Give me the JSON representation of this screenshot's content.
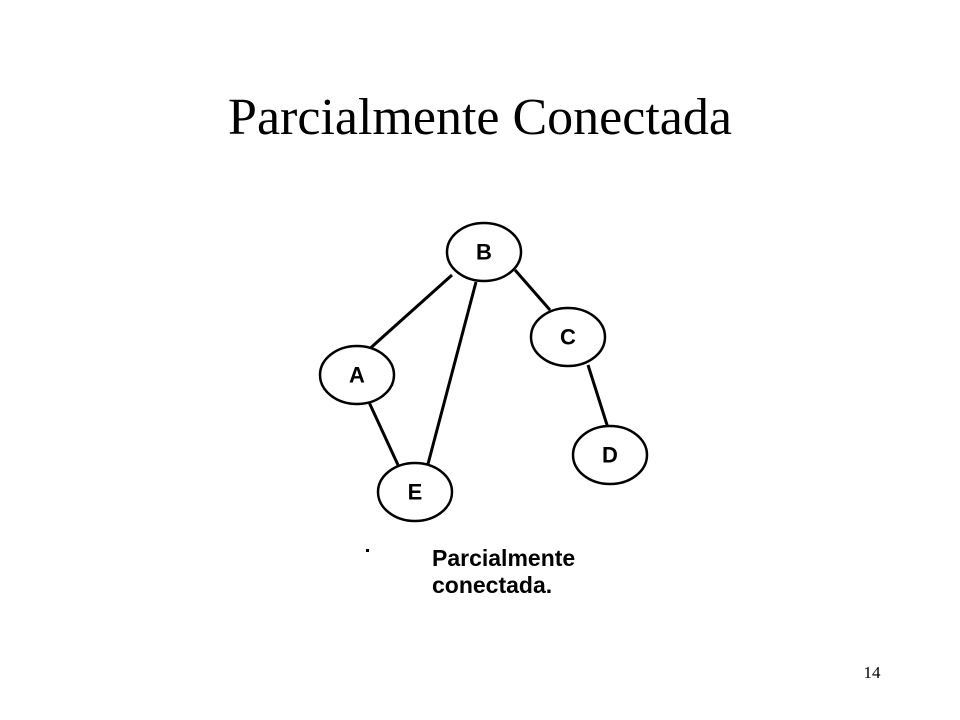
{
  "slide": {
    "title": "Parcialmente Conectada",
    "page_number": "14"
  },
  "diagram": {
    "nodes": [
      {
        "id": "B",
        "label": "B"
      },
      {
        "id": "C",
        "label": "C"
      },
      {
        "id": "A",
        "label": "A"
      },
      {
        "id": "D",
        "label": "D"
      },
      {
        "id": "E",
        "label": "E"
      }
    ],
    "edges": [
      {
        "from": "B",
        "to": "A"
      },
      {
        "from": "B",
        "to": "E"
      },
      {
        "from": "B",
        "to": "C"
      },
      {
        "from": "A",
        "to": "E"
      },
      {
        "from": "C",
        "to": "D"
      }
    ],
    "caption": {
      "line1": "Parcialmente",
      "line2": "conectada."
    }
  }
}
